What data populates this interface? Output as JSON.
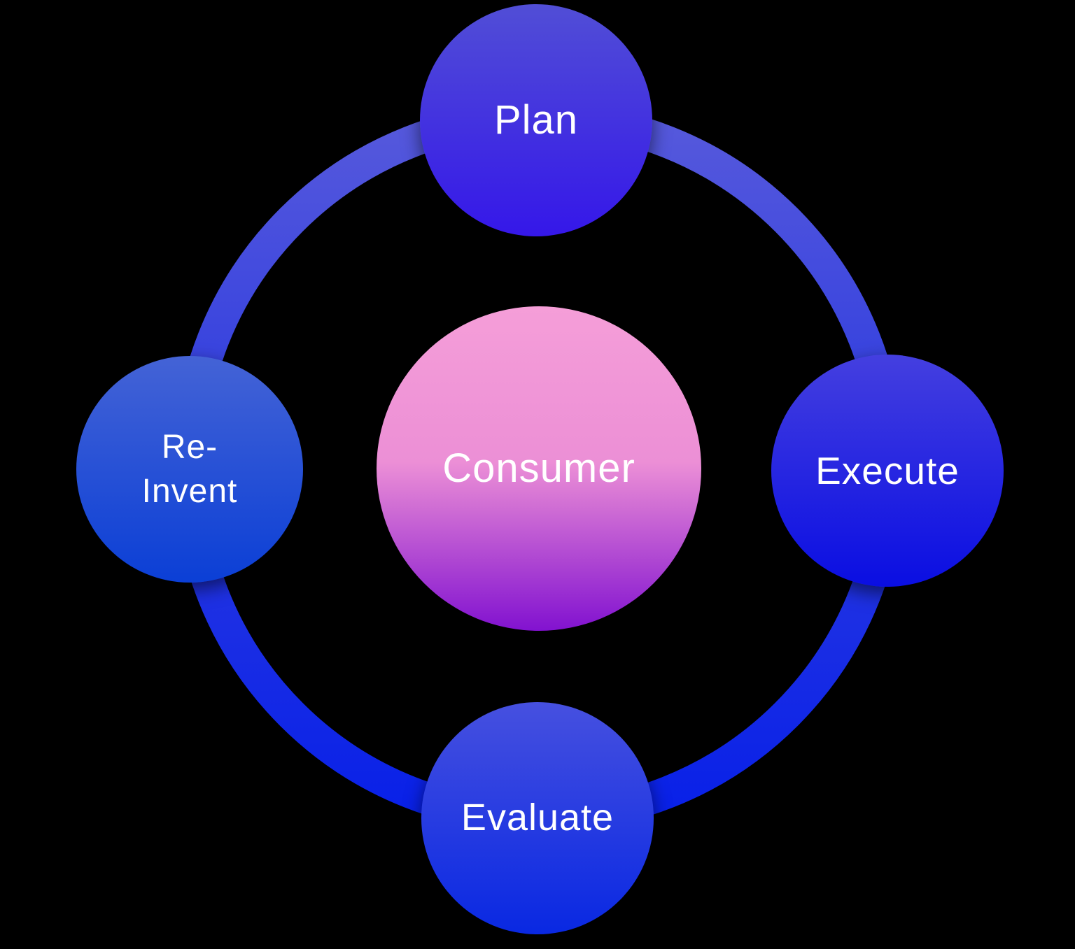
{
  "diagram": {
    "type": "cycle",
    "description": "Circular cycle diagram with a central node and four outer nodes connected by a ring",
    "nodes": {
      "center": {
        "label": "Consumer"
      },
      "top": {
        "label": "Plan"
      },
      "right": {
        "label": "Execute"
      },
      "bottom": {
        "label": "Evaluate"
      },
      "left": {
        "line1": "Re-",
        "line2": "Invent"
      }
    },
    "sequence": [
      "Plan",
      "Execute",
      "Evaluate",
      "Re-Invent"
    ]
  },
  "colors": {
    "background": "#000000",
    "label-color": "#ffffff",
    "ring-top": "#5659dc",
    "ring-mid": "#2b3ae0",
    "ring-bottom": "#0820e8",
    "plan-top": "#514ed6",
    "plan-bottom": "#3517e9",
    "execute-top": "#443fe0",
    "execute-bottom": "#0a0ee2",
    "evaluate-top": "#4650e0",
    "evaluate-bottom": "#0928e2",
    "reinvent-top": "#4463d6",
    "reinvent-bottom": "#0b3fd6",
    "consumer-top": "#f59ed8",
    "consumer-mid": "#ec8fd6",
    "consumer-bottom": "#8212d0"
  }
}
